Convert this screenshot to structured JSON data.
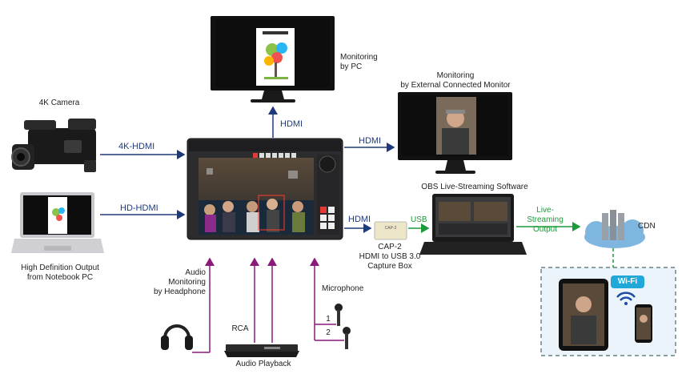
{
  "labels": {
    "monitoring_pc": "Monitoring\nby PC",
    "monitoring_ext": "Monitoring\nby External Connected Monitor",
    "camera_4k": "4K Camera",
    "link_4k_hdmi": "4K-HDMI",
    "link_hd_hdmi": "HD-HDMI",
    "link_hdmi_top": "HDMI",
    "link_hdmi_right": "HDMI",
    "link_hdmi_cap": "HDMI",
    "notebook_output": "High Definition Output\nfrom Notebook PC",
    "obs": "OBS Live-Streaming Software",
    "usb": "USB",
    "live_output": "Live-Streaming\nOutput",
    "cdn": "CDN",
    "wifi": "Wi-Fi",
    "capture_box": "CAP-2\nHDMI to USB 3.0\nCapture Box",
    "cap_device_text": "CAP-2",
    "audio_monitoring": "Audio\nMonitoring\nby Headphone",
    "rca": "RCA",
    "audio_playback": "Audio Playback",
    "microphone": "Microphone",
    "mic_1": "1",
    "mic_2": "2"
  },
  "colors": {
    "video_link": "#1f3a7a",
    "audio_link": "#8a1a7a",
    "usb_link": "#1c9a3a",
    "wifi_badge": "#1fa8d8",
    "cdn_cloud": "#7fb6e0",
    "dashed_box": "#4a6a6a"
  }
}
